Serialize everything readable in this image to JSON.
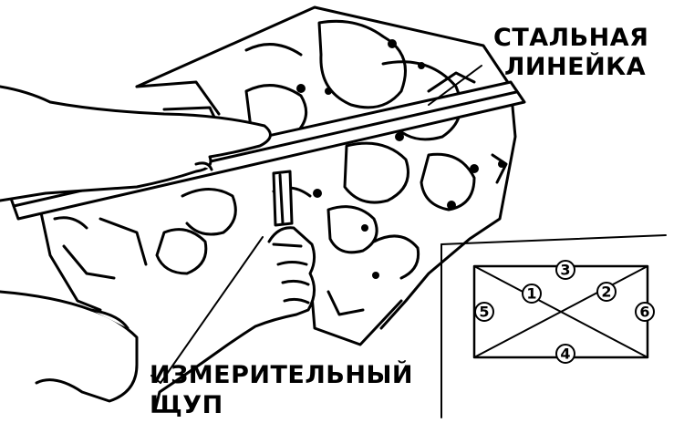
{
  "labels": {
    "ruler_line1": "СТАЛЬНАЯ",
    "ruler_line2": "ЛИНЕЙКА",
    "gauge_line1": "ИЗМЕРИТЕЛЬНЫЙ",
    "gauge_line2": "ЩУП"
  },
  "positions": [
    "1",
    "2",
    "3",
    "4",
    "5",
    "6"
  ],
  "colors": {
    "ink": "#000000",
    "paper": "#ffffff"
  }
}
